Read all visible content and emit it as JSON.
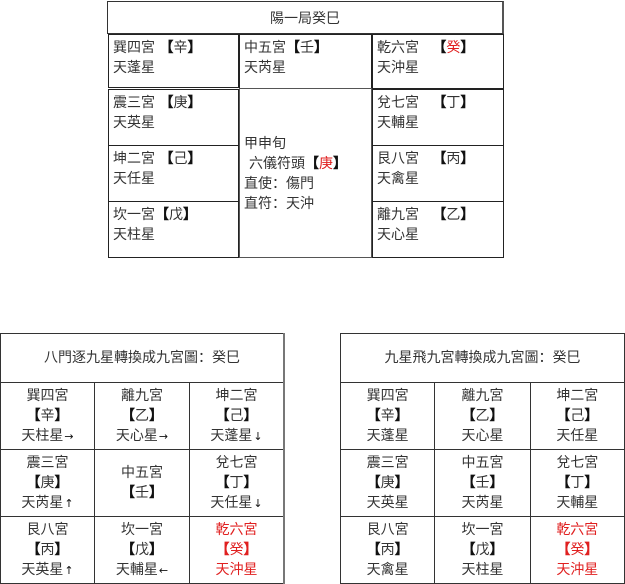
{
  "top_chart": {
    "title": "陽一局癸巳",
    "cells": {
      "xun": {
        "palace": "巽四宮",
        "stem": "辛",
        "star": "天蓬星"
      },
      "zhong": {
        "palace": "中五宮",
        "stem": "壬",
        "star": "天芮星"
      },
      "qian": {
        "palace": "乾六宮",
        "stem": "癸",
        "star": "天沖星"
      },
      "zhen": {
        "palace": "震三宮",
        "stem": "庚",
        "star": "天英星"
      },
      "dui": {
        "palace": "兌七宮",
        "stem": "丁",
        "star": "天輔星"
      },
      "kun": {
        "palace": "坤二宮",
        "stem": "己",
        "star": "天任星"
      },
      "gen": {
        "palace": "艮八宮",
        "stem": "丙",
        "star": "天禽星"
      },
      "kan": {
        "palace": "坎一宮",
        "stem": "戊",
        "star": "天柱星"
      },
      "li": {
        "palace": "離九宮",
        "stem": "乙",
        "star": "天心星"
      }
    },
    "center_info": {
      "xun_head": "甲申旬",
      "liuyi_label": "六儀符頭",
      "liuyi_stem": "庚",
      "zhishi": "直使：傷門",
      "zhifu": "直符：天沖"
    }
  },
  "left_chart": {
    "title": "八門逐九星轉換成九宮圖：癸巳",
    "rows": [
      [
        {
          "palace": "巽四宮",
          "stem": "辛",
          "star": "天柱星",
          "arrow": "→"
        },
        {
          "palace": "離九宮",
          "stem": "乙",
          "star": "天心星",
          "arrow": "→"
        },
        {
          "palace": "坤二宮",
          "stem": "己",
          "star": "天蓬星",
          "arrow": "↓"
        }
      ],
      [
        {
          "palace": "震三宮",
          "stem": "庚",
          "star": "天芮星",
          "arrow": "↑"
        },
        {
          "palace": "中五宮",
          "stem": "壬",
          "star": "",
          "arrow": ""
        },
        {
          "palace": "兌七宮",
          "stem": "丁",
          "star": "天任星",
          "arrow": "↓"
        }
      ],
      [
        {
          "palace": "艮八宮",
          "stem": "丙",
          "star": "天英星",
          "arrow": "↑"
        },
        {
          "palace": "坎一宮",
          "stem": "戊",
          "star": "天輔星",
          "arrow": "←"
        },
        {
          "palace": "乾六宮",
          "stem": "癸",
          "star": "天沖星",
          "arrow": ""
        }
      ]
    ]
  },
  "right_chart": {
    "title": "九星飛九宮轉換成九宮圖：癸巳",
    "rows": [
      [
        {
          "palace": "巽四宮",
          "stem": "辛",
          "star": "天蓬星"
        },
        {
          "palace": "離九宮",
          "stem": "乙",
          "star": "天心星"
        },
        {
          "palace": "坤二宮",
          "stem": "己",
          "star": "天任星"
        }
      ],
      [
        {
          "palace": "震三宮",
          "stem": "庚",
          "star": "天英星"
        },
        {
          "palace": "中五宮",
          "stem": "壬",
          "star": "天芮星"
        },
        {
          "palace": "兌七宮",
          "stem": "丁",
          "star": "天輔星"
        }
      ],
      [
        {
          "palace": "艮八宮",
          "stem": "丙",
          "star": "天禽星"
        },
        {
          "palace": "坎一宮",
          "stem": "戊",
          "star": "天柱星"
        },
        {
          "palace": "乾六宮",
          "stem": "癸",
          "star": "天沖星"
        }
      ]
    ]
  },
  "brackets": {
    "open": "【",
    "close": "】"
  },
  "colors": {
    "highlight": "#e02020",
    "border": "#222222"
  }
}
